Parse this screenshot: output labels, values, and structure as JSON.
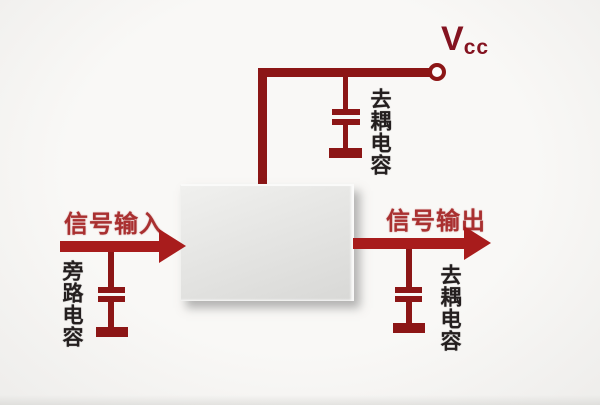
{
  "power": {
    "vcc_main": "V",
    "vcc_sub": "cc"
  },
  "labels": {
    "signal_input": "信号输入",
    "signal_output": "信号输出",
    "bypass_capacitor": "旁路电容",
    "decoupling_capacitor_top": "去耦电容",
    "decoupling_capacitor_output": "去耦电容"
  },
  "colors": {
    "wire_red": "#8c1616",
    "arrow_red": "#a81c1c",
    "label_red": "#a93030",
    "text_black": "#241f1f",
    "background": "#f6f5f3",
    "chip_fill": "#e2e2e0"
  }
}
